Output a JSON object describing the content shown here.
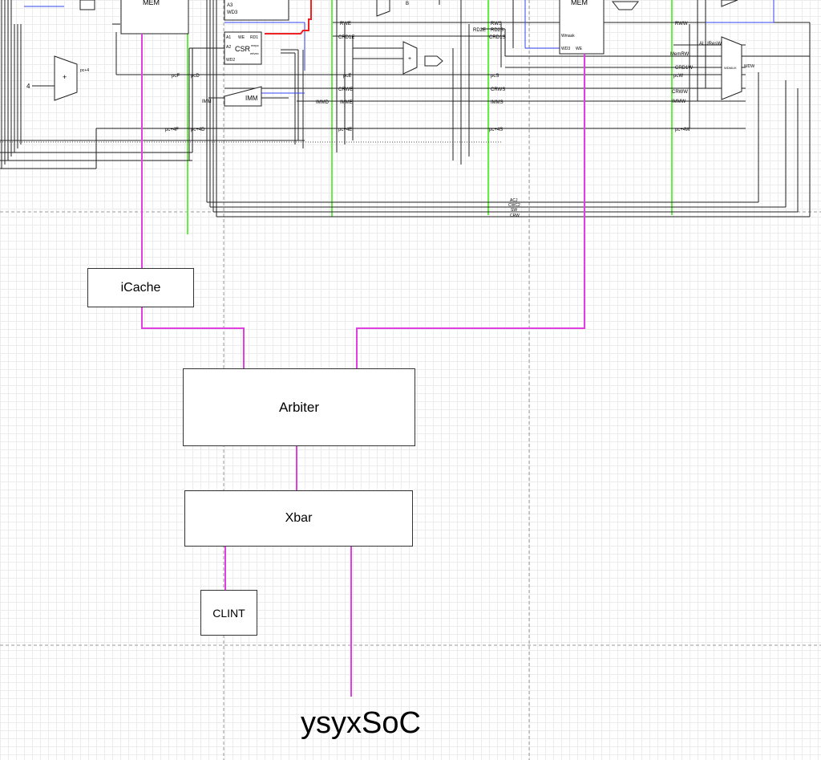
{
  "page_title": "ysyxSoC",
  "blocks": {
    "icache": "iCache",
    "arbiter": "Arbiter",
    "xbar": "Xbar",
    "clint": "CLINT",
    "mem_fetch": "MEM",
    "mem_data": "MEM",
    "csr": "CSR",
    "imm": "IMM"
  },
  "signals": {
    "pcF": "pcF",
    "pcD": "pcD",
    "pcE": "pcE",
    "pcS": "pcS",
    "pcW": "pcW",
    "pc4": "pc+4",
    "pc4F": "pc+4F",
    "pc4D": "pc+4D",
    "pc4E": "pc+4E",
    "pc4S": "pc+4S",
    "pc4W": "pc+4W",
    "const4": "4",
    "RWE": "RWE",
    "CRD1E": "CRD1E",
    "CRWE": "CRWE",
    "IMME": "IMME",
    "IMMD": "IMMD",
    "RWS": "RWS",
    "RD2S": "RD2S",
    "CRD1S": "CRD1S",
    "CRWS": "CRWS",
    "IMMS": "IMMS",
    "RD2E": "RD2E",
    "RWW": "RWW",
    "MemRW": "MemRW",
    "CRD1W": "CRD1W",
    "CRWW": "CRWW",
    "IMMW": "IMMW",
    "ALUResW": "ALUResW",
    "WDW": "WDW",
    "WDMUX": "WDMUX",
    "WE": "WE",
    "RD1": "RD1",
    "A1": "A1",
    "A2": "A2",
    "A3": "A3",
    "WD2": "WD2",
    "WD3": "WD3",
    "Wmask": "Wmask",
    "IMM": "IMM",
    "B": "B",
    "mepc": "mepc",
    "mtvec": "mtvec",
    "ACJ": "ACJ",
    "CWC2": "CWC2",
    "SW": "SW",
    "CRW": "CRW"
  },
  "colors": {
    "bus": "#e040e0",
    "stage_divider": "#66ee44",
    "wire": "#222222",
    "forward": "#3344ee",
    "critical": "#ee2222"
  }
}
